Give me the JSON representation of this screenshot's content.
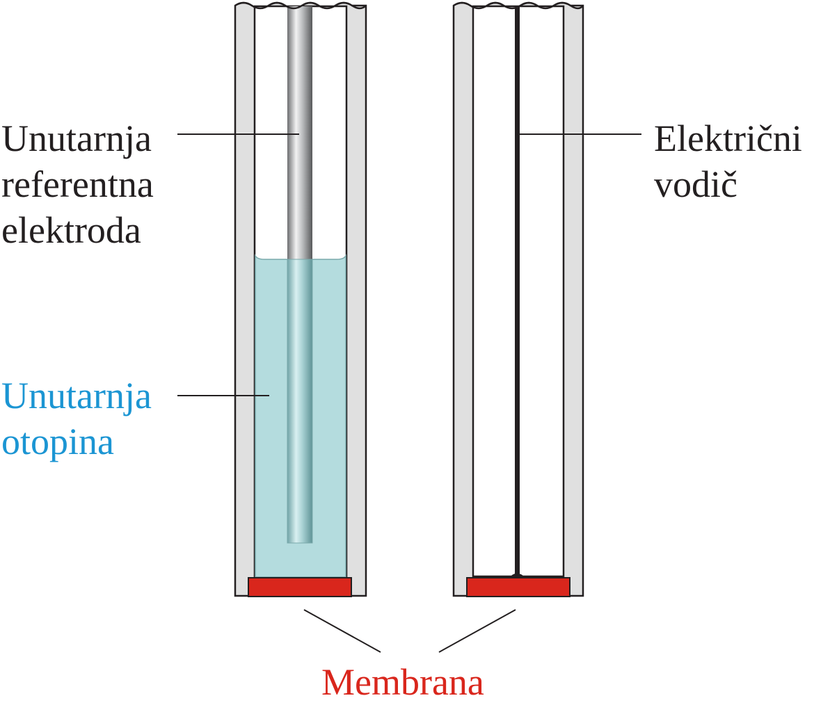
{
  "labels": {
    "inner_reference_electrode": [
      "Unutarnja",
      "referentna",
      "elektroda"
    ],
    "inner_solution": [
      "Unutarnja",
      "otopina"
    ],
    "electrical_conductor": [
      "Električni",
      "vodič"
    ],
    "membrane": "Membrana"
  },
  "colors": {
    "text": "#231f20",
    "inner_solution_text": "#1b95d3",
    "membrane_text": "#d9261c",
    "tube_wall": "#e0e0e0",
    "solution_fill": "#b4dcde",
    "membrane_fill": "#d9261c",
    "outline": "#231f20"
  }
}
